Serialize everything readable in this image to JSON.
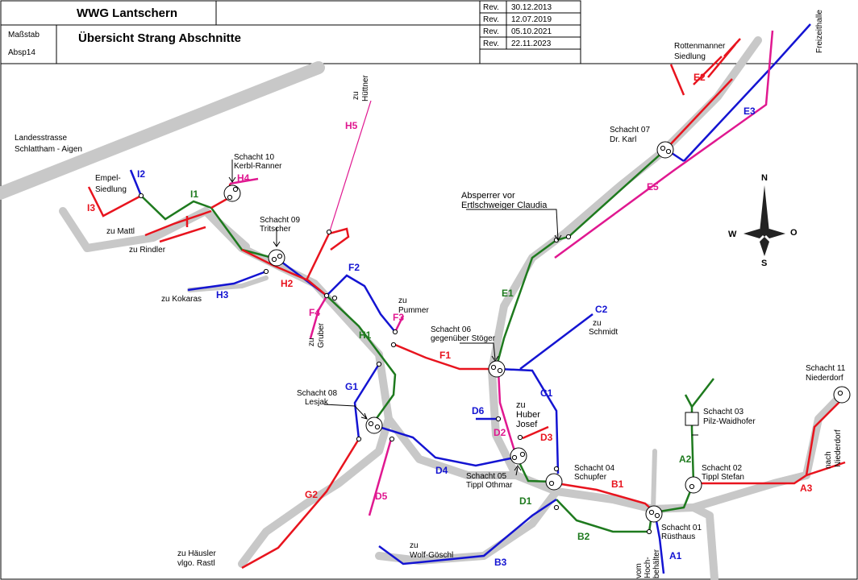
{
  "header": {
    "org": "WWG Lantschern",
    "scale_label": "Maßstab",
    "drawing_id": "Absp14",
    "title": "Übersicht Strang Abschnitte",
    "revisions": [
      {
        "label": "Rev.",
        "date": "30.12.2013"
      },
      {
        "label": "Rev.",
        "date": "12.07.2019"
      },
      {
        "label": "Rev.",
        "date": "05.10.2021"
      },
      {
        "label": "Rev.",
        "date": "22.11.2023"
      }
    ]
  },
  "compass": {
    "n": "N",
    "s": "S",
    "w": "W",
    "o": "O"
  },
  "colors": {
    "red": "#e8141e",
    "green": "#1e7a1e",
    "blue": "#1414d2",
    "magenta": "#e01890",
    "road": "#c8c8c8"
  },
  "places": {
    "landesstrasse_1": "Landesstrasse",
    "landesstrasse_2": "Schlattham - Aigen",
    "empel_1": "Empel-",
    "empel_2": "Siedlung",
    "mattl": "zu Mattl",
    "rindler": "zu Rindler",
    "kokaras": "zu Kokaras",
    "huettner_1": "zu",
    "huettner_2": "Hüttner",
    "pummer_1": "zu",
    "pummer_2": "Pummer",
    "gruber_1": "zu",
    "gruber_2": "Gruber",
    "schmidt_1": "zu",
    "schmidt_2": "Schmidt",
    "huber_1": "zu",
    "huber_2": "Huber",
    "huber_3": "Josef",
    "haeusler_1": "zu Häusler",
    "haeusler_2": "vlgo. Rastl",
    "wolf_1": "zu",
    "wolf_2": "Wolf-Göschl",
    "hochbehaelter_1": "vom",
    "hochbehaelter_2": "Hoch-",
    "hochbehaelter_3": "behälter",
    "niederdorf_1": "nach",
    "niederdorf_2": "Niederdorf",
    "freizeithalle": "Freizeithalle",
    "rottenmanner_1": "Rottenmanner",
    "rottenmanner_2": "Siedlung",
    "absperrer_1": "Absperrer vor",
    "absperrer_2": "Ertlschweiger Claudia"
  },
  "shafts": {
    "s10_1": "Schacht 10",
    "s10_2": "Kerbl-Ranner",
    "s09_1": "Schacht 09",
    "s09_2": "Tritscher",
    "s07_1": "Schacht 07",
    "s07_2": "Dr. Karl",
    "s06_1": "Schacht 06",
    "s06_2": "gegenüber Stöger",
    "s08_1": "Schacht 08",
    "s08_2": "Lesjak",
    "s05_1": "Schacht 05",
    "s05_2": "Tippl Othmar",
    "s04_1": "Schacht 04",
    "s04_2": "Schupfer",
    "s03_1": "Schacht 03",
    "s03_2": "Pilz-Waidhofer",
    "s02_1": "Schacht 02",
    "s02_2": "Tippl Stefan",
    "s01_1": "Schacht 01",
    "s01_2": "Rüsthaus",
    "s11_1": "Schacht 11",
    "s11_2": "Niederdorf"
  },
  "segments": {
    "I1": "I1",
    "I2": "I2",
    "I3": "I3",
    "H1": "H1",
    "H2": "H2",
    "H3": "H3",
    "H4": "H4",
    "H5": "H5",
    "F1": "F1",
    "F2": "F2",
    "F3": "F3",
    "F4": "F4",
    "E1": "E1",
    "E2": "E2",
    "E3": "E3",
    "E5": "E5",
    "G1": "G1",
    "G2": "G2",
    "D1": "D1",
    "D2": "D2",
    "D3": "D3",
    "D4": "D4",
    "D5": "D5",
    "D6": "D6",
    "C1": "C1",
    "C2": "C2",
    "B1": "B1",
    "B2": "B2",
    "B3": "B3",
    "A1": "A1",
    "A2": "A2",
    "A3": "A3"
  }
}
